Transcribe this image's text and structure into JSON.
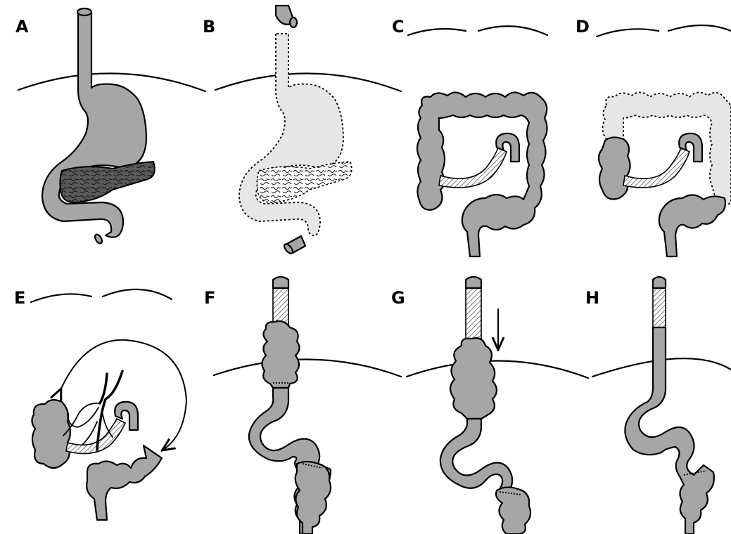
{
  "panels": [
    {
      "id": "A",
      "label": "A"
    },
    {
      "id": "B",
      "label": "B"
    },
    {
      "id": "C",
      "label": "C"
    },
    {
      "id": "D",
      "label": "D"
    },
    {
      "id": "E",
      "label": "E"
    },
    {
      "id": "F",
      "label": "F"
    },
    {
      "id": "G",
      "label": "G"
    },
    {
      "id": "H",
      "label": "H"
    }
  ],
  "colors": {
    "organ_fill": "#a6a6a6",
    "removed_fill": "#e6e6e6",
    "pancreas_fill": "#555555",
    "outline": "#000000",
    "background": "#ffffff"
  }
}
